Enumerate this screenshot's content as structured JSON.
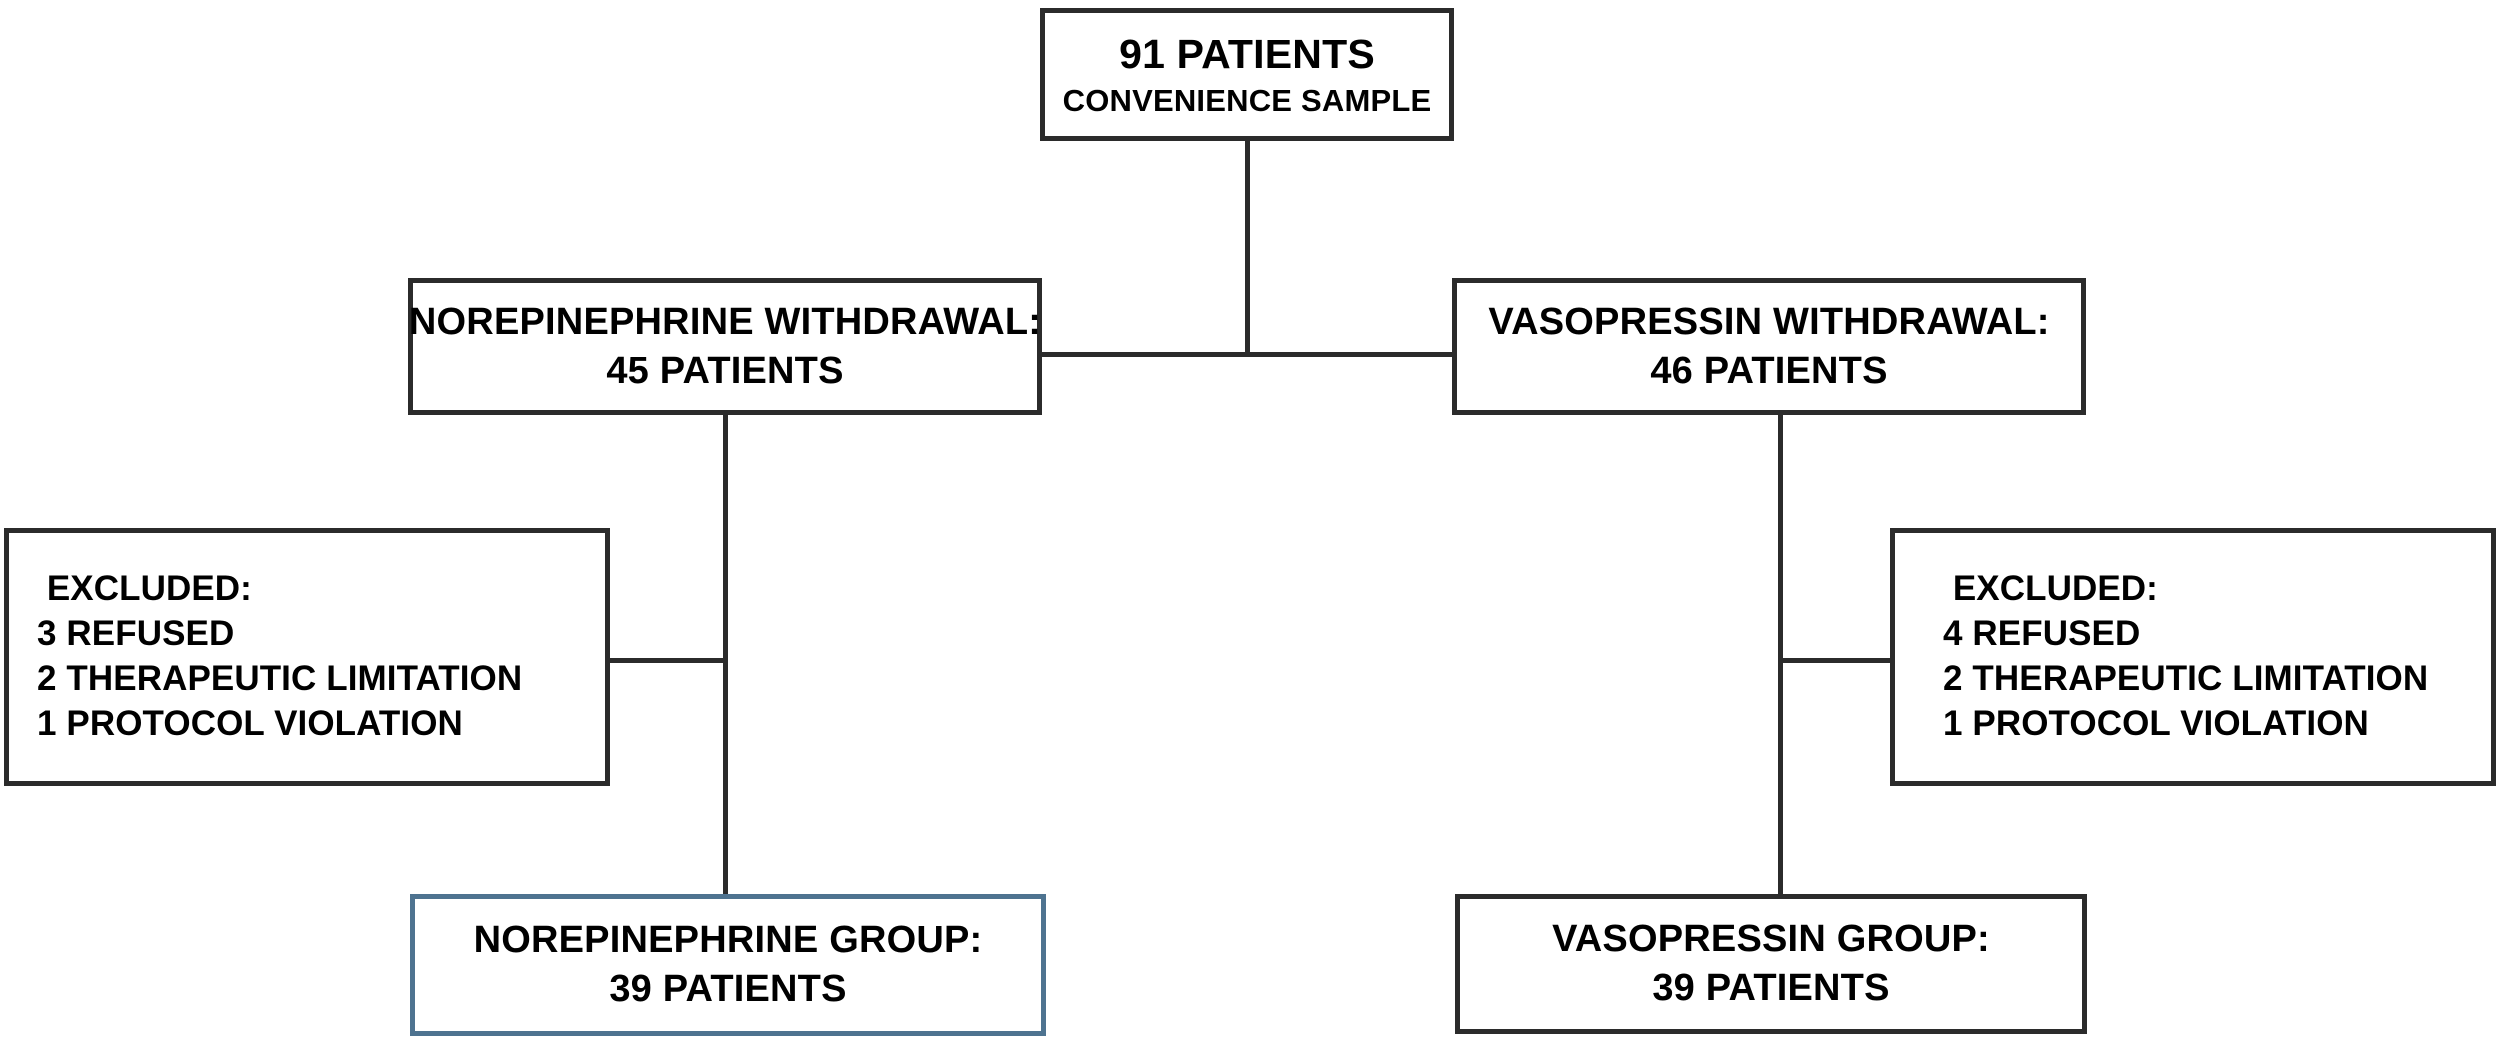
{
  "diagram": {
    "title": "Patient enrollment and group allocation flow diagram",
    "type": "flowchart",
    "colors": {
      "line": "#2b2b2b",
      "box_border": "#2b2b2b",
      "accent_border": "#4e7390",
      "background": "#ffffff",
      "text": "#000000"
    }
  },
  "nodes": {
    "root": {
      "title": "91 PATIENTS",
      "subtitle": "CONVENIENCE SAMPLE"
    },
    "norepinephrine_withdrawal": {
      "line1": "NOREPINEPHRINE WITHDRAWAL:",
      "line2": "45 PATIENTS"
    },
    "vasopressin_withdrawal": {
      "line1": "VASOPRESSIN WITHDRAWAL:",
      "line2": "46 PATIENTS"
    },
    "excluded_left": {
      "heading": " EXCLUDED:",
      "line1": "3 REFUSED",
      "line2": "2 THERAPEUTIC LIMITATION",
      "line3": "1 PROTOCOL VIOLATION"
    },
    "excluded_right": {
      "heading": " EXCLUDED:",
      "line1": "4 REFUSED",
      "line2": "2 THERAPEUTIC LIMITATION",
      "line3": "1 PROTOCOL VIOLATION"
    },
    "norepinephrine_group": {
      "line1": "NOREPINEPHRINE GROUP:",
      "line2": "39 PATIENTS"
    },
    "vasopressin_group": {
      "line1": "VASOPRESSIN GROUP:",
      "line2": "39 PATIENTS"
    }
  }
}
